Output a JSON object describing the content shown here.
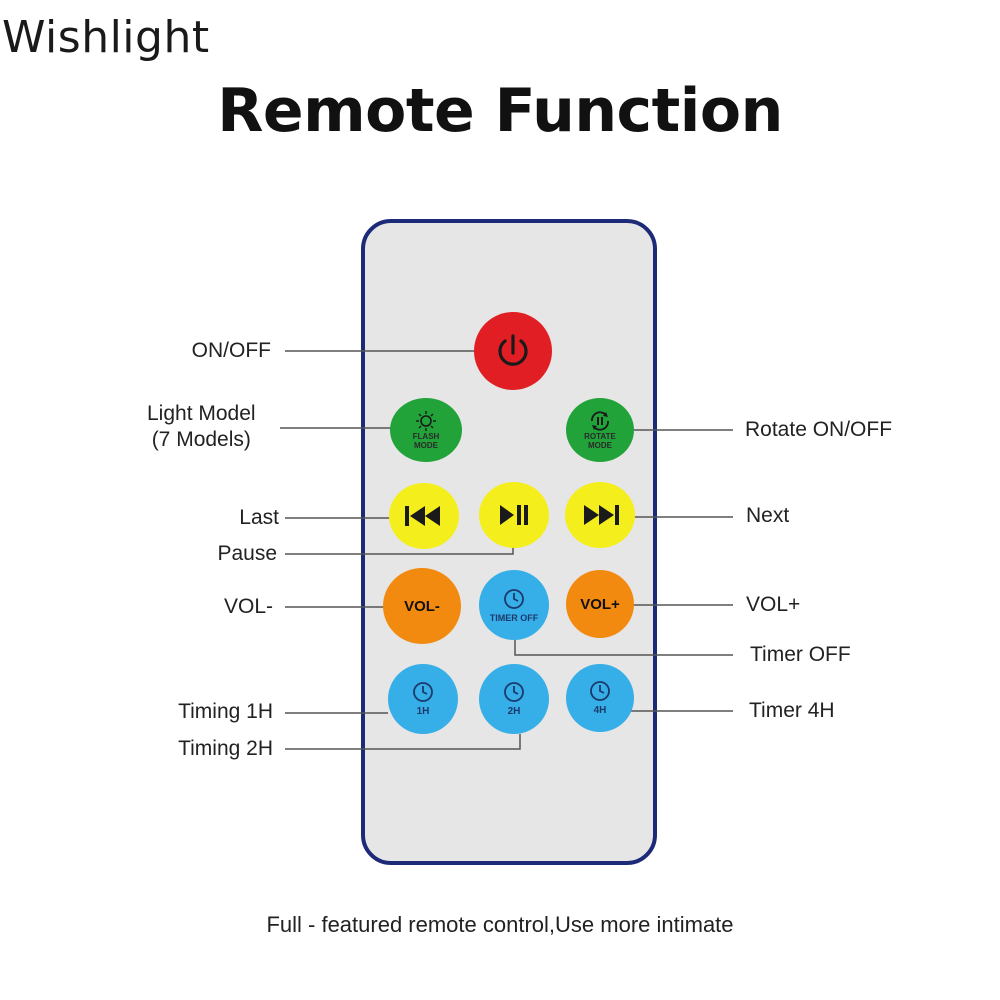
{
  "brand": "Wishlight",
  "title": "Remote Function",
  "caption": "Full - featured remote control,Use more intimate",
  "colors": {
    "remote_border": "#1d2a78",
    "remote_body": "#e6e6e6",
    "power": "#e01e24",
    "mode": "#22a33a",
    "playback": "#f5ee1d",
    "volume": "#f28a10",
    "timer": "#36aee8"
  },
  "buttons": {
    "power": {
      "icon": "power-icon"
    },
    "flash_mode": {
      "icon": "sun-icon",
      "line1": "FLASH",
      "line2": "MODE"
    },
    "rotate_mode": {
      "icon": "rotate-pause-icon",
      "line1": "ROTATE",
      "line2": "MODE"
    },
    "prev": {
      "icon": "previous-track-icon"
    },
    "play_pause": {
      "icon": "play-pause-icon"
    },
    "next": {
      "icon": "next-track-icon"
    },
    "vol_down": {
      "text": "VOL-"
    },
    "timer_off": {
      "icon": "clock-icon",
      "text": "TIMER OFF"
    },
    "vol_up": {
      "text": "VOL+"
    },
    "t1h": {
      "icon": "clock-icon",
      "text": "1H"
    },
    "t2h": {
      "icon": "clock-icon",
      "text": "2H"
    },
    "t4h": {
      "icon": "clock-icon",
      "text": "4H"
    }
  },
  "labels": {
    "on_off": "ON/OFF",
    "light_model_1": "Light Model",
    "light_model_2": "(7 Models)",
    "rotate": "Rotate ON/OFF",
    "last": "Last",
    "pause": "Pause",
    "next": "Next",
    "vol_down": "VOL-",
    "vol_up": "VOL+",
    "timer_off": "Timer OFF",
    "timing_1h": "Timing 1H",
    "timing_2h": "Timing 2H",
    "timer_4h": "Timer 4H"
  }
}
